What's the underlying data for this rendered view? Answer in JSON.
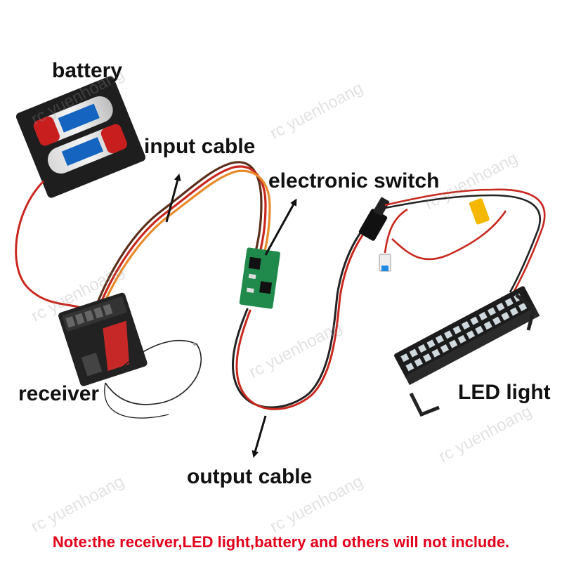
{
  "labels": {
    "battery": "battery",
    "input_cable": "input cable",
    "electronic_switch": "electronic switch",
    "receiver": "receiver",
    "led_light": "LED light",
    "output_cable": "output cable"
  },
  "note": "Note:the receiver,LED light,battery and others will not include.",
  "watermark": "rc yuenhoang",
  "colors": {
    "label_text": "#111111",
    "note_text": "#e3001b",
    "wire_red": "#c8281e",
    "wire_orange": "#e88a2a",
    "wire_brown": "#5a2e1a",
    "pcb_green": "#1f8a4c",
    "led_bar": "#1c1c1c"
  }
}
